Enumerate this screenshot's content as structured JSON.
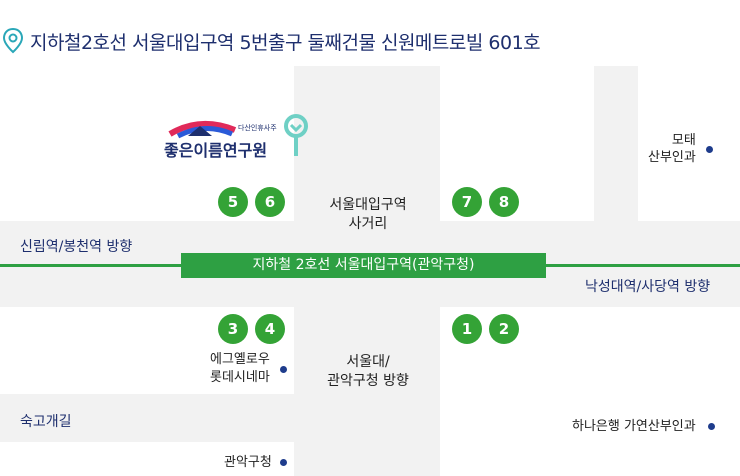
{
  "header": {
    "address": "지하철2호선 서울대입구역 5번출구 둘째건물 신원메트로빌 601호"
  },
  "logo": {
    "text": "좋은이름연구원",
    "subtext": "다산인휴사주"
  },
  "station": {
    "label": "지하철 2호선   서울대입구역(관악구청)"
  },
  "exits": [
    "5",
    "6",
    "7",
    "8",
    "3",
    "4",
    "1",
    "2"
  ],
  "labels": {
    "intersection": "서울대입구역\n사거리",
    "toward_sillim": "신림역/봉천역 방향",
    "toward_nakseongdae": "낙성대역/사당역 방향",
    "toward_snu": "서울대/\n관악구청 방향",
    "motel": "모태\n산부인과",
    "egyellou": "에그옐로우\n롯데시네마",
    "sukgo": "숙고개길",
    "hana": "하나은행  가연산부인과",
    "gwanak": "관악구청"
  },
  "colors": {
    "line_green": "#2ea043",
    "text_navy": "#1e2f6e",
    "exit_green": "#34a336",
    "road_gray": "#f2f2f2"
  }
}
